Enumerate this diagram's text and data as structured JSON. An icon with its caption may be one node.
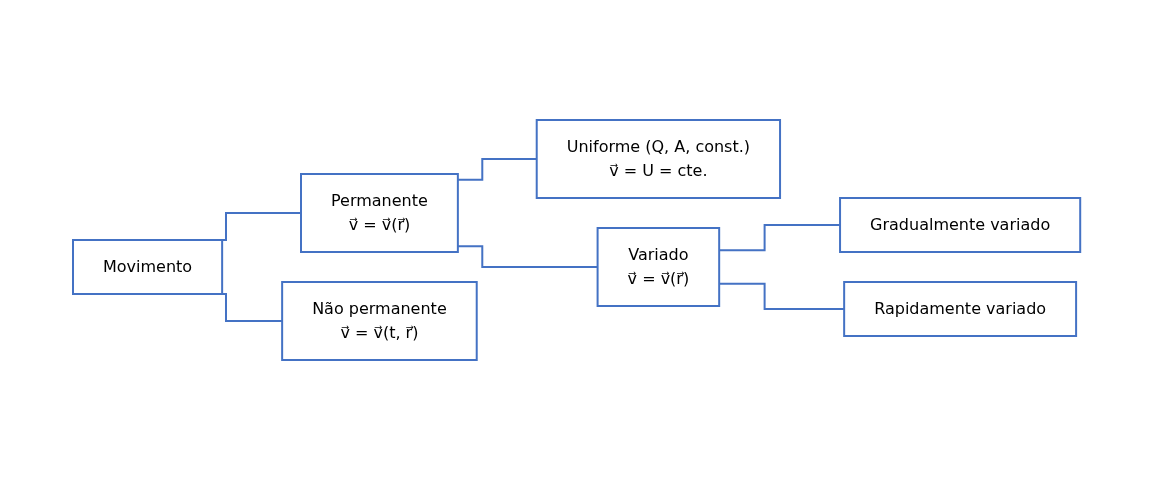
{
  "diagram": {
    "nodes": [
      {
        "text": [
          "Movimento"
        ]
      },
      {
        "text": [
          "Permanente",
          "v⃗ = v⃗(r⃗)"
        ]
      },
      {
        "text": [
          "Não permanente",
          "v⃗ = v⃗(t, r⃗)"
        ]
      },
      {
        "text": [
          "Uniforme (Q, A, const.)",
          "v⃗ = U = cte."
        ]
      },
      {
        "text": [
          "Variado",
          "v⃗ = v⃗(r⃗)"
        ]
      },
      {
        "text": [
          "Gradualmente variado"
        ]
      },
      {
        "text": [
          "Rapidamente variado"
        ]
      }
    ],
    "edges": [
      {
        "from": 0,
        "to": 1,
        "arrow": "none"
      },
      {
        "from": 0,
        "to": 2,
        "arrow": "none"
      },
      {
        "from": 1,
        "to": 3,
        "arrow": "none"
      },
      {
        "from": 1,
        "to": 4,
        "arrow": "none"
      },
      {
        "from": 4,
        "to": 5,
        "arrow": "none"
      },
      {
        "from": 4,
        "to": 6,
        "arrow": "none"
      }
    ]
  }
}
